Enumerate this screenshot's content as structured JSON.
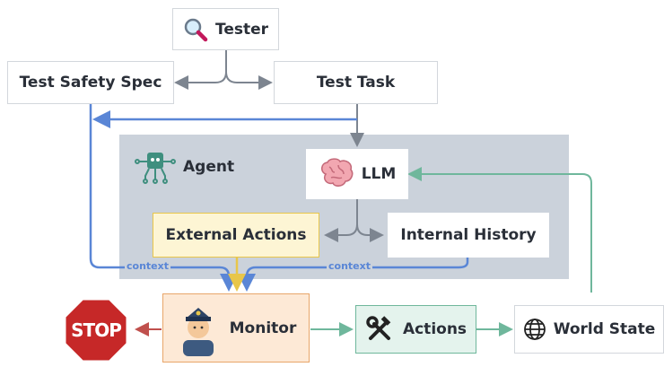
{
  "nodes": {
    "tester": "Tester",
    "test_safety_spec": "Test Safety Spec",
    "test_task": "Test Task",
    "agent": "Agent",
    "llm": "LLM",
    "external_actions": "External Actions",
    "internal_history": "Internal History",
    "monitor": "Monitor",
    "actions": "Actions",
    "world_state": "World State",
    "stop": "STOP"
  },
  "edge_labels": {
    "context_left": "context",
    "context_right": "context"
  },
  "icons": {
    "tester": "magnifier-icon",
    "agent": "robot-octopus-icon",
    "llm": "brain-icon",
    "monitor": "police-officer-icon",
    "actions": "hammer-wrench-icon",
    "world_state": "globe-icon",
    "stop": "stop-sign-icon"
  },
  "colors": {
    "agent_panel": "#cbd2db",
    "external_actions_fill": "#fdf5d4",
    "external_actions_border": "#e8c64a",
    "monitor_fill": "#fde9d6",
    "monitor_border": "#e8a66a",
    "actions_fill": "#e4f3ed",
    "actions_border": "#6fb79c",
    "gray_arrow": "#7d8590",
    "blue_arrow": "#5a86d6",
    "teal_arrow": "#6fb79c",
    "red_arrow": "#c0504d",
    "yellow_arrow": "#e8c64a"
  }
}
